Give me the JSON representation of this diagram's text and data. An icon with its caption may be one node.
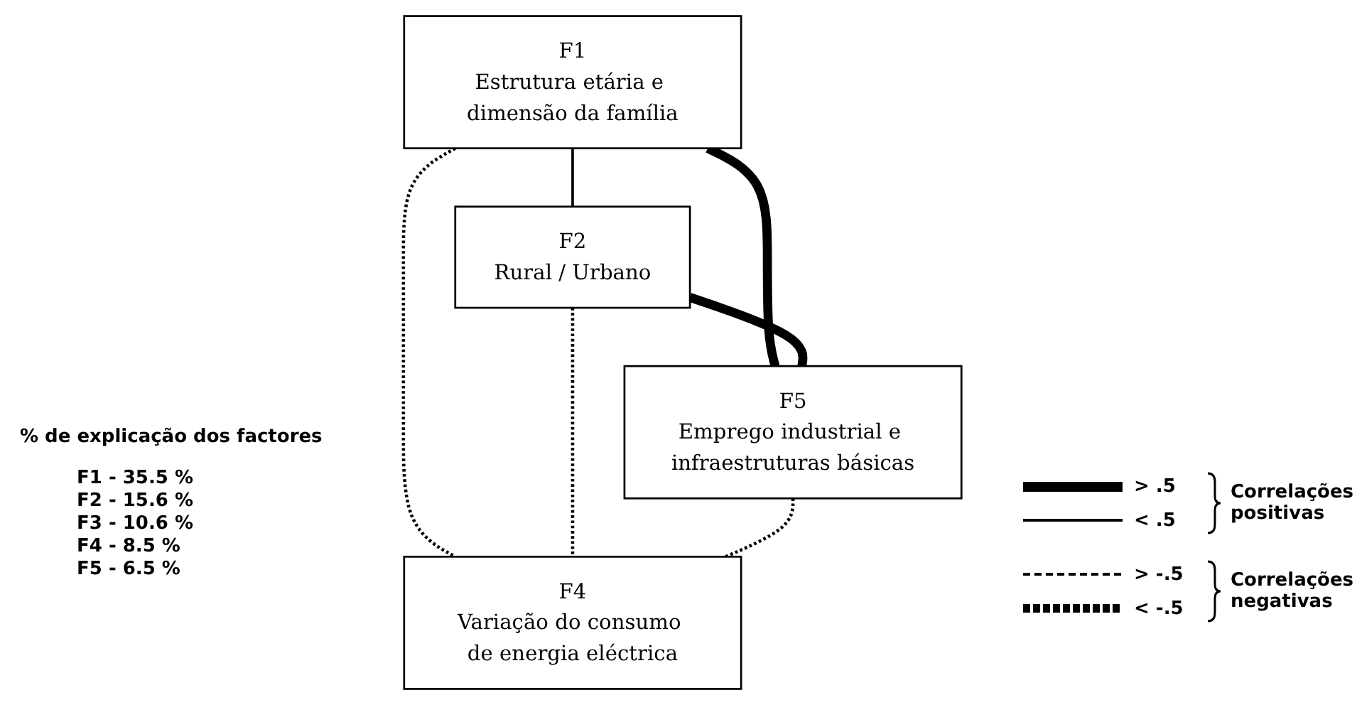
{
  "diagram": {
    "nodes": [
      {
        "text": [
          "F1",
          "Estrutura etária e dimensão da família"
        ]
      },
      {
        "text": [
          "F2",
          "Rural / Urbano"
        ]
      },
      {
        "text": [
          "F5",
          "Emprego industrial e infraestruturas básicas"
        ]
      },
      {
        "text": [
          "F4",
          "Variação do consumo de energia eléctrica"
        ]
      }
    ],
    "edges": [
      {
        "from": 0,
        "to": 1,
        "arrow": "none"
      },
      {
        "from": 0,
        "to": 2,
        "arrow": "none",
        "style": "thick"
      },
      {
        "from": 0,
        "to": 3,
        "arrow": "none",
        "style": "dashed"
      },
      {
        "from": 1,
        "to": 2,
        "arrow": "none",
        "style": "thick"
      },
      {
        "from": 1,
        "to": 3,
        "arrow": "none",
        "style": "dashed"
      },
      {
        "from": 2,
        "to": 3,
        "arrow": "none",
        "style": "dashed"
      }
    ],
    "labels": [
      "% de explicação dos factores",
      "F1 - 35.5 %",
      "F2 - 15.6 %",
      "F3 - 10.6 %",
      "F4 - 8.5 %",
      "F5 - 6.5 %",
      "Correlações positivas",
      "Correlações negativas"
    ],
    "legend": [
      {
        "text": "> .5"
      },
      {
        "text": "< .5"
      },
      {
        "text": "> -.5"
      },
      {
        "text": "< -.5"
      }
    ]
  }
}
